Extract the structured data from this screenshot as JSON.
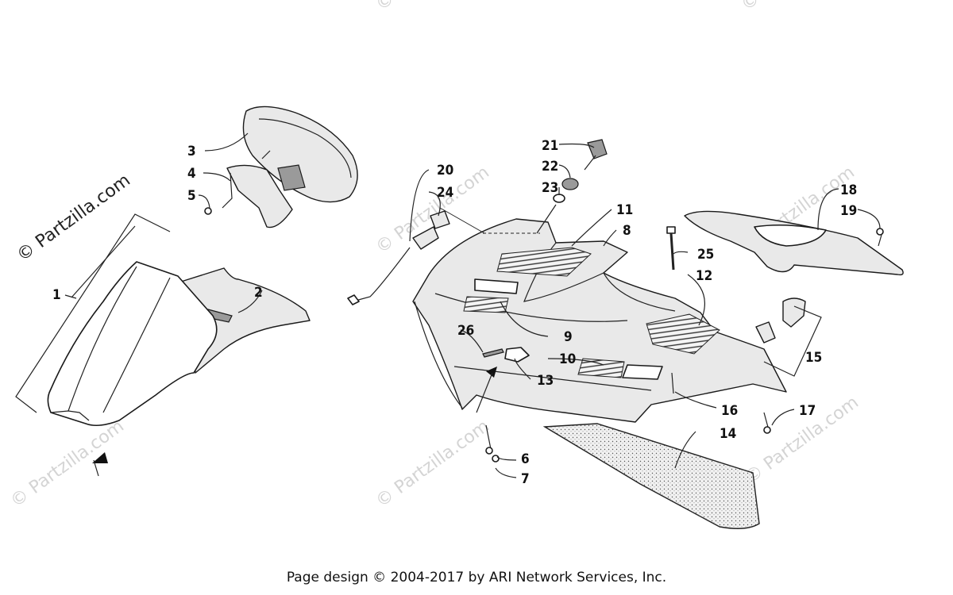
{
  "footer": {
    "text": "Page design © 2004-2017 by ARI Network Services, Inc."
  },
  "watermark": {
    "text": "© Partzilla.com",
    "color": "#d4d4d4",
    "strong_color": "#222222"
  },
  "callouts": {
    "c1": "1",
    "c2": "2",
    "c3": "3",
    "c4": "4",
    "c5": "5",
    "c6": "6",
    "c7": "7",
    "c8": "8",
    "c9": "9",
    "c10": "10",
    "c11": "11",
    "c12": "12",
    "c13": "13",
    "c14": "14",
    "c15": "15",
    "c16": "16",
    "c17": "17",
    "c18": "18",
    "c19": "19",
    "c20": "20",
    "c21": "21",
    "c22": "22",
    "c23": "23",
    "c24": "24",
    "c25": "25",
    "c26": "26"
  }
}
